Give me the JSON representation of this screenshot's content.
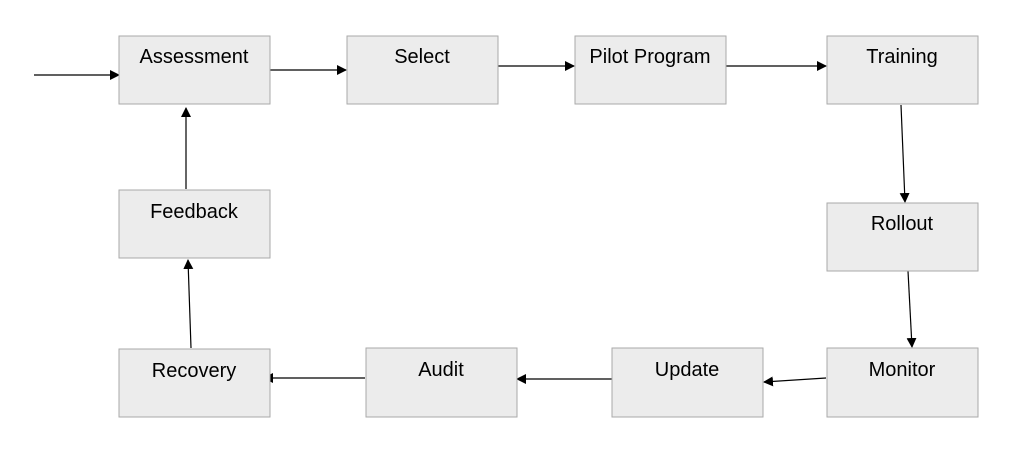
{
  "diagram": {
    "nodes": {
      "assessment": "Assessment",
      "select": "Select",
      "pilot_program": "Pilot Program",
      "training": "Training",
      "rollout": "Rollout",
      "monitor": "Monitor",
      "update": "Update",
      "audit": "Audit",
      "recovery": "Recovery",
      "feedback": "Feedback"
    },
    "edges": [
      {
        "from": "entry",
        "to": "assessment"
      },
      {
        "from": "assessment",
        "to": "select"
      },
      {
        "from": "select",
        "to": "pilot_program"
      },
      {
        "from": "pilot_program",
        "to": "training"
      },
      {
        "from": "training",
        "to": "rollout"
      },
      {
        "from": "rollout",
        "to": "monitor"
      },
      {
        "from": "monitor",
        "to": "update"
      },
      {
        "from": "update",
        "to": "audit"
      },
      {
        "from": "audit",
        "to": "recovery"
      },
      {
        "from": "recovery",
        "to": "feedback"
      },
      {
        "from": "feedback",
        "to": "assessment"
      }
    ],
    "colors": {
      "box_fill": "#ececec",
      "box_border": "#a9a9a9",
      "arrow": "#000000"
    }
  }
}
